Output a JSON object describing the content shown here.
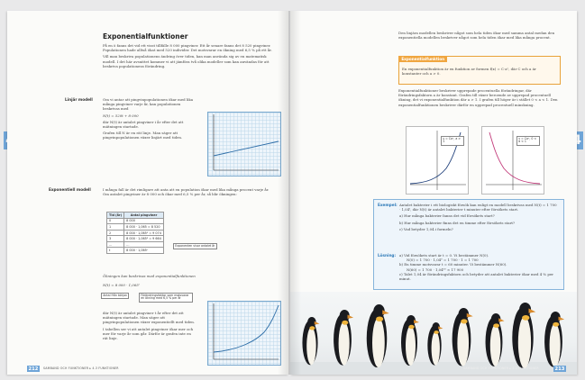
{
  "tab_label": "4",
  "left": {
    "title": "Exponentialfunktioner",
    "intro": [
      "På en ö fanns det vid ett visst tillfälle 8 000 pingviner. Ett år senare fanns det 8 520 pingviner. Populationen hade alltså ökat med 520 individer. Det motsvarar en ökning med 6,5 % på ett år.",
      "Vill man beskriva populationens ändring över tiden, kan man använda sig av en matematisk modell. I det här avsnittet kommer vi att jämföra två olika modeller som kan användas för att beskriva populationens förändring."
    ],
    "linear": {
      "side_label": "Linjär modell",
      "text": [
        "Om vi antar att pingvinpopulationen ökar med lika många pingviner varje år, kan populationen beskrivas med",
        "N(t) = 520t + 8 000",
        "där N(t) är antalet pingviner i år efter det att mätningen startade.",
        "Grafen till N är en rät linje. Man säger att pingvinpopulationen växer linjärt med tiden."
      ]
    },
    "exponential": {
      "side_label": "Exponentiell modell",
      "intro": "I många fall är det rimligare att anta att en population ökar med lika många procent varje år. Om antalet pingviner är 8 000 och ökar med 6,5 % per år, så blir ökningen:",
      "table": {
        "headers": [
          "Tid (år)",
          "Antal pingviner"
        ],
        "rows": [
          [
            "0",
            "8 000"
          ],
          [
            "1",
            "8 000 · 1,065 = 8 520"
          ],
          [
            "2",
            "8 000 · 1,065² = 9 074"
          ],
          [
            "3",
            "8 000 · 1,065³ = 9 664"
          ],
          [
            "…",
            "…"
          ],
          [
            "t",
            "8 000 · 1,065ᵗ"
          ]
        ]
      },
      "table_callout": "Exponenten visar antalet år",
      "text_after": "Ökningen kan beskrivas med exponentialfunktionen",
      "formula": "N(t) = 8 000 · 1,065ᵗ",
      "callout_a": "Antal från början",
      "callout_b": "Förändringsfaktor som motsvarar en ökning med 6,5 % per år",
      "text_end": [
        "där N(t) är antalet pingviner t år efter det att mätningen startade. Man säger att pingvinpopulationen växer exponentiellt med tiden.",
        "I tabellen ser vi att antalet pingviner ökar mer och mer för varje år som går. Därför är grafen inte en rät linje."
      ]
    },
    "footer_page": "212",
    "footer_text": "SAMBAND OCH FUNKTIONER ▸ 4.3 FUNKTIONER"
  },
  "right": {
    "intro": "Den linjära modellen beskriver något som hela tiden ökar med samma antal medan den exponentiella modellen beskriver något som hela tiden ökar med lika många procent.",
    "definition": {
      "label": "Exponentialfunktion",
      "text": "En exponentialfunktion är en funktion av formen f(x) = C·aˣ, där C och a är konstanter och a > 0."
    },
    "explain": "Exponentialfunktioner beskriver upprepade procentuella förändringar, där förändringsfaktorn a är konstant. Grafen till växer beroende av upprepad procentuell ökning, det vi exponentialfunktion där a > 1. I grafen till höger är i stället 0 < a < 1. Den exponentialfunktionen beskriver därför en upprepad procentuell minskning.",
    "chart1_label": "y = Caˣ, a > 1",
    "chart2_label": "y = Caˣ, 0 < a < 1",
    "example": {
      "label": "Exempel:",
      "text": "Antalet bakterier i ett biologiskt försök kan enligt en modell beskrivas med N(t) = 1 700 · 1,04ᵗ, där N(t) är antalet bakterier t minuter efter försökets start.",
      "questions": [
        "a) Hur många bakterier fanns det vid försökets start?",
        "b) Hur många bakterier finns det en timme efter försökets start?",
        "c) Vad betyder 1,04 i formeln?"
      ],
      "solution_label": "Lösning:",
      "solution": [
        "a) Vid försökets start är t = 0. Vi bestämmer N(0).",
        "N(0) = 1 700 · 1,04⁰ = 1 700 · 1 = 1 700",
        "b) En timme motsvarar t = 60 minuter. Vi bestämmer N(60).",
        "N(60) = 1 700 · 1,04⁶⁰ ≈ 17 900",
        "c) Talet 1,04 är förändringsfaktorn och betyder att antalet bakterier ökar med 4 % per minut."
      ]
    },
    "footer_text": "SAMBAND OCH FUNKTIONER ▸ 4.3 FUNKTIONER",
    "footer_page": "213"
  }
}
